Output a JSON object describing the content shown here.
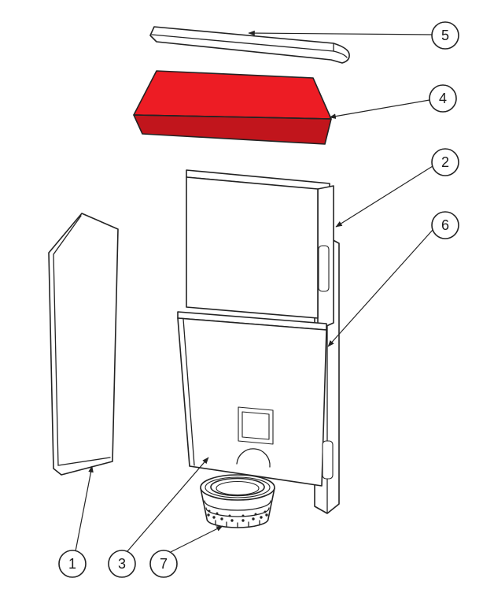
{
  "diagram": {
    "type": "exploded-parts-diagram",
    "background": "#ffffff",
    "outline_color": "#232323",
    "highlighted_part": "4",
    "highlight": {
      "top": "#ed1c24",
      "front": "#c1151c"
    },
    "callouts": [
      {
        "label": "5"
      },
      {
        "label": "4"
      },
      {
        "label": "2"
      },
      {
        "label": "6"
      },
      {
        "label": "1"
      },
      {
        "label": "3"
      },
      {
        "label": "7"
      }
    ]
  }
}
